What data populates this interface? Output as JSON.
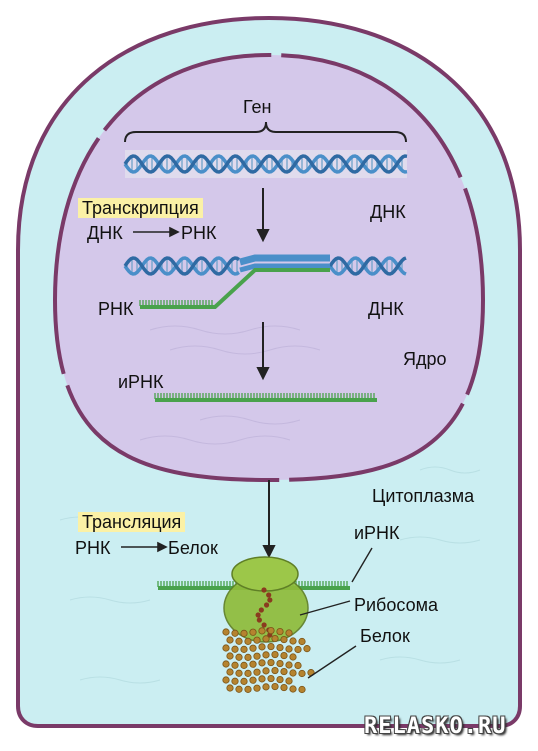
{
  "labels": {
    "gene": "Ген",
    "transcription": "Транскрипция",
    "dna_to_rna_left": "ДНК",
    "dna_to_rna_right": "РНК",
    "dna_top": "ДНК",
    "rna_strand": "РНК",
    "dna_bottom": "ДНК",
    "nucleus": "Ядро",
    "mrna_nucleus": "иРНК",
    "cytoplasm": "Цитоплазма",
    "translation": "Трансляция",
    "rna_to_protein_left": "РНК",
    "rna_to_protein_right": "Белок",
    "mrna_ribosome": "иРНК",
    "ribosome": "Рибосома",
    "protein": "Белок"
  },
  "watermark": "RELASKO.RU",
  "colors": {
    "cell_fill": "#cbeef2",
    "nucleus_fill": "#d4c8ea",
    "membrane": "#7a3a68",
    "highlight": "#fbf1a6",
    "dna_blue": "#4a8fc9",
    "rna_green": "#49a24c",
    "ribosome": "#8fbc3a",
    "protein_beads": "#b5832f"
  }
}
